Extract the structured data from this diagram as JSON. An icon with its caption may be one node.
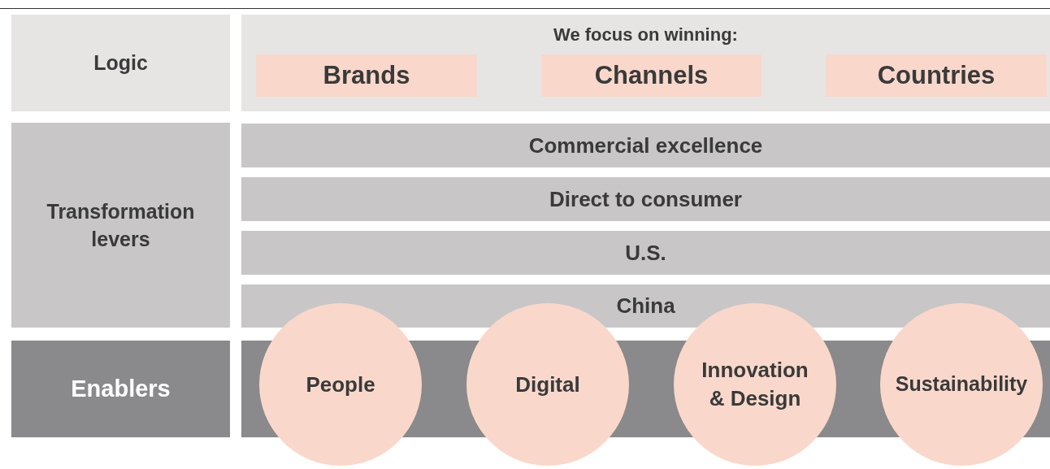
{
  "diagram": {
    "nodes": [
      {
        "text": [
          "Logic"
        ]
      },
      {
        "text": [
          "We focus on winning:"
        ]
      },
      {
        "text": [
          "Brands"
        ],
        "in": 1
      },
      {
        "text": [
          "Channels"
        ],
        "in": 1
      },
      {
        "text": [
          "Countries"
        ],
        "in": 1
      },
      {
        "text": [
          "Transformation levers"
        ]
      },
      {
        "text": [
          "Commercial excellence"
        ]
      },
      {
        "text": [
          "Direct to consumer"
        ]
      },
      {
        "text": [
          "U.S."
        ]
      },
      {
        "text": [
          "China"
        ]
      },
      {
        "text": [
          "Enablers"
        ]
      },
      {
        "text": [
          "People"
        ]
      },
      {
        "text": [
          "Digital"
        ]
      },
      {
        "text": [
          "Innovation & Design"
        ]
      },
      {
        "text": [
          "Sustainability"
        ]
      }
    ]
  }
}
